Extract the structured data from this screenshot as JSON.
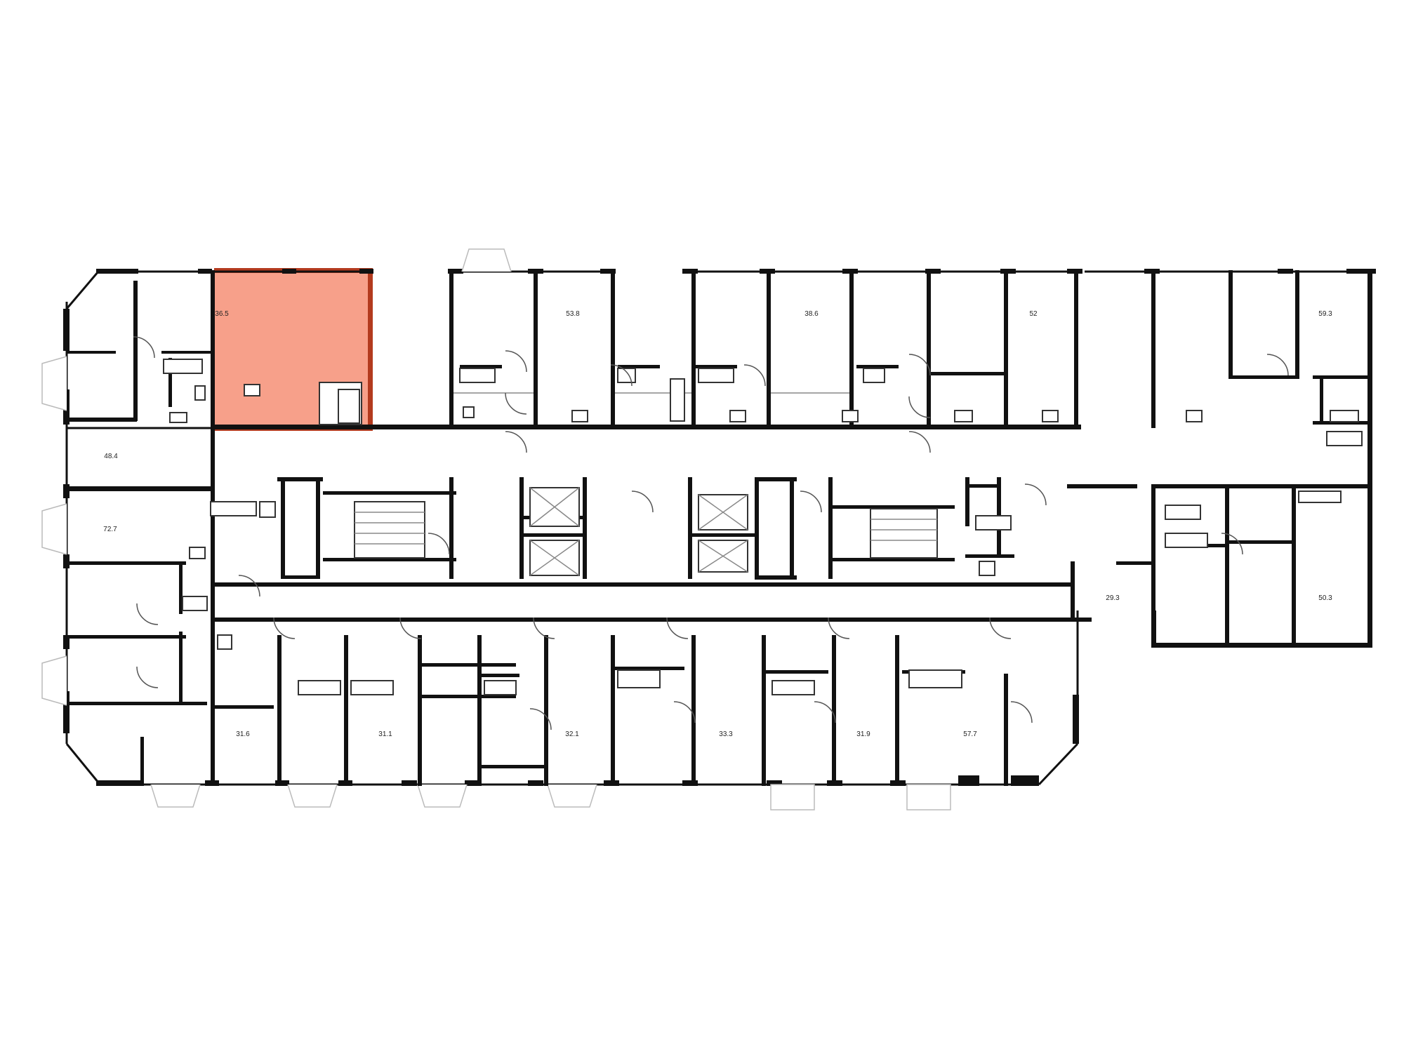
{
  "plan": {
    "highlight_color": "#f7a08a",
    "highlight_edge_color": "#b33a1e",
    "wall_color": "#111111",
    "apartments": [
      {
        "id": "apt-1",
        "area": "36.5",
        "highlighted": true
      },
      {
        "id": "apt-2",
        "area": "53.8",
        "highlighted": false
      },
      {
        "id": "apt-3",
        "area": "38.6",
        "highlighted": false
      },
      {
        "id": "apt-4",
        "area": "52",
        "highlighted": false
      },
      {
        "id": "apt-5",
        "area": "59.3",
        "highlighted": false
      },
      {
        "id": "apt-6",
        "area": "48.4",
        "highlighted": false
      },
      {
        "id": "apt-7",
        "area": "72.7",
        "highlighted": false
      },
      {
        "id": "apt-8",
        "area": "29.3",
        "highlighted": false
      },
      {
        "id": "apt-9",
        "area": "50.3",
        "highlighted": false
      },
      {
        "id": "apt-10",
        "area": "31.6",
        "highlighted": false
      },
      {
        "id": "apt-11",
        "area": "31.1",
        "highlighted": false
      },
      {
        "id": "apt-12",
        "area": "32.1",
        "highlighted": false
      },
      {
        "id": "apt-13",
        "area": "33.3",
        "highlighted": false
      },
      {
        "id": "apt-14",
        "area": "31.9",
        "highlighted": false
      },
      {
        "id": "apt-15",
        "area": "57.7",
        "highlighted": false
      }
    ]
  }
}
